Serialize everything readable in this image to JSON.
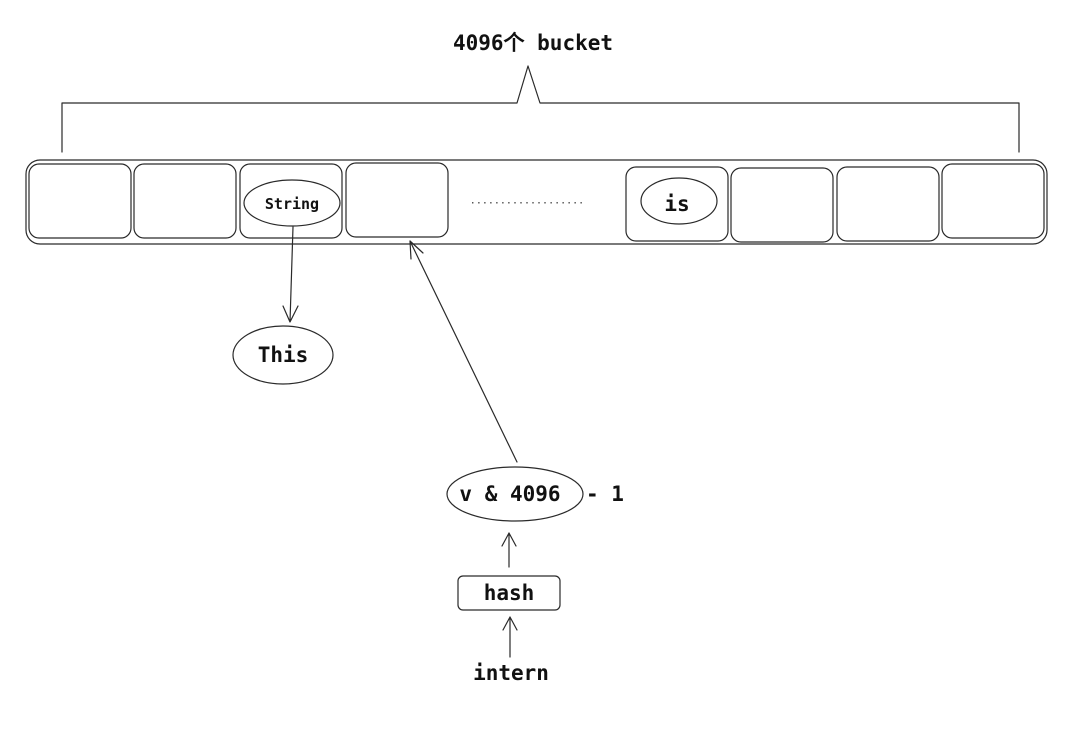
{
  "diagram": {
    "title": "4096个 bucket",
    "bucket_labels": {
      "string_entry": "String",
      "is_entry": "is"
    },
    "ellipsis": "···················",
    "chain_node": "This",
    "index_expr": "v & 4096",
    "index_suffix": "- 1",
    "hash_box": "hash",
    "entry_point": "intern"
  }
}
